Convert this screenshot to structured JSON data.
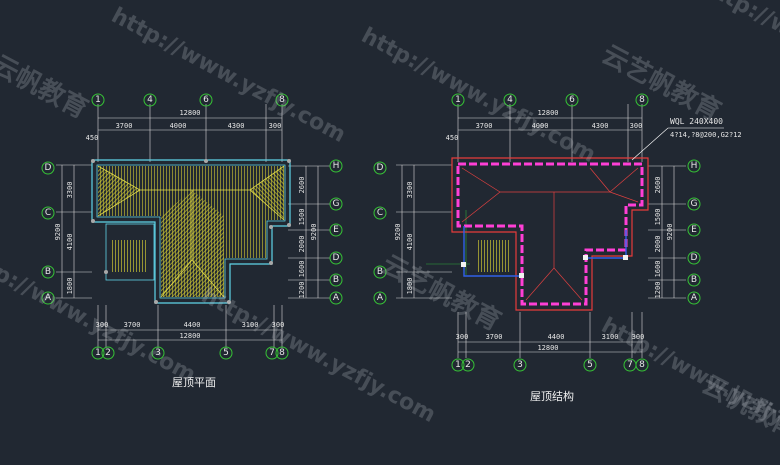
{
  "drawings": {
    "left_title": "屋顶平面",
    "right_title": "屋顶结构",
    "beam_note_line1": "WQL 240X400",
    "beam_note_line2": "4?14,?8@200,G2?12"
  },
  "top_axes": [
    "1",
    "4",
    "6",
    "8"
  ],
  "bottom_axes": [
    "1",
    "2",
    "3",
    "5",
    "7",
    "8"
  ],
  "left_axes": [
    "D",
    "C",
    "B",
    "A"
  ],
  "right_axes": [
    "H",
    "G",
    "E",
    "D",
    "B",
    "A"
  ],
  "top_dims": {
    "total": "12800",
    "segments": [
      "3700",
      "4000",
      "4300",
      "300"
    ],
    "edge": "450"
  },
  "bottom_dims": {
    "total": "12800",
    "segments": [
      "300",
      "3700",
      "4400",
      "3100",
      "300"
    ]
  },
  "left_dims": {
    "total": "9200",
    "segments": [
      "3300",
      "4100",
      "1800"
    ]
  },
  "right_dims": {
    "total": "9200",
    "segments": [
      "2600",
      "1500",
      "2000",
      "1600",
      "1200"
    ]
  },
  "watermarks": {
    "url": "http://www.yzfjy.com",
    "brand": "云艺帆教育",
    "brand_alt": "云帆教育"
  }
}
